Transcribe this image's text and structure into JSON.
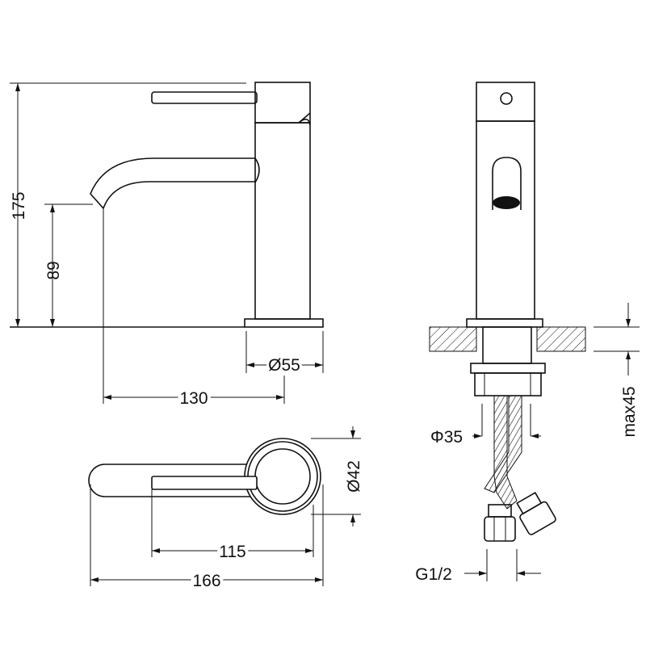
{
  "dimensions": {
    "height_total": "175",
    "spout_height": "89",
    "base_diameter": "Ø55",
    "spout_reach": "130",
    "hole_diameter": "Φ35",
    "counter_thickness": "max45",
    "body_diameter": "Ø42",
    "lever_length": "115",
    "overall_length": "166",
    "thread": "G1/2"
  },
  "colors": {
    "line": "#111111",
    "background": "#ffffff"
  }
}
